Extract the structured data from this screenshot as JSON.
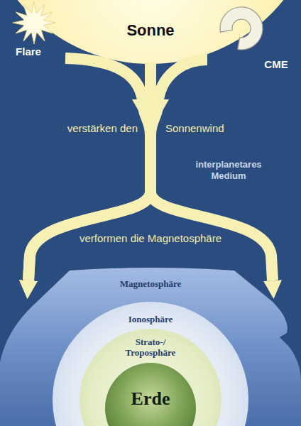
{
  "diagram": {
    "nodes": [
      {
        "text": [
          "Sonne"
        ]
      },
      {
        "text": [
          "Flare"
        ]
      },
      {
        "text": [
          "CME"
        ]
      },
      {
        "text": [
          "Magnetosphäre"
        ]
      },
      {
        "text": [
          "Ionosphäre"
        ],
        "in": 3
      },
      {
        "text": [
          "Strato-/ Troposphäre"
        ],
        "in": 4
      },
      {
        "text": [
          "Erde"
        ],
        "in": 5
      }
    ],
    "edges": [
      {
        "from": 0,
        "to": 3,
        "arrow": "to"
      },
      {
        "from": 1,
        "to": 3,
        "arrow": "to"
      },
      {
        "from": 2,
        "to": 3,
        "arrow": "to"
      }
    ],
    "labels": [
      "verstärken den",
      "Sonnenwind",
      "interplanetares Medium",
      "verformen die Magnetosphäre"
    ]
  }
}
